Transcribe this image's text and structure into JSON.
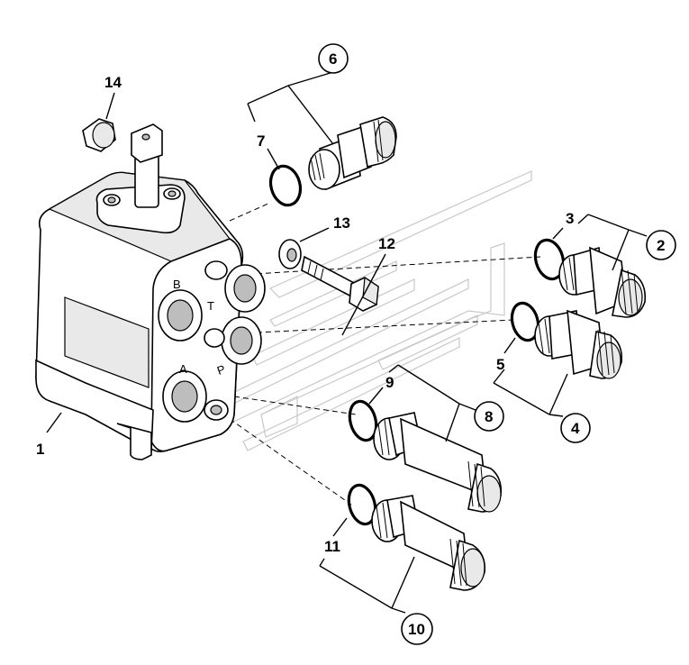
{
  "callouts": {
    "c1": "1",
    "c2": "2",
    "c3": "3",
    "c4": "4",
    "c5": "5",
    "c6": "6",
    "c7": "7",
    "c8": "8",
    "c9": "9",
    "c10": "10",
    "c11": "11",
    "c12": "12",
    "c13": "13",
    "c14": "14"
  },
  "ports": {
    "b": "B",
    "a": "A",
    "p": "P",
    "t": "T"
  },
  "watermark": "logo-watermark"
}
